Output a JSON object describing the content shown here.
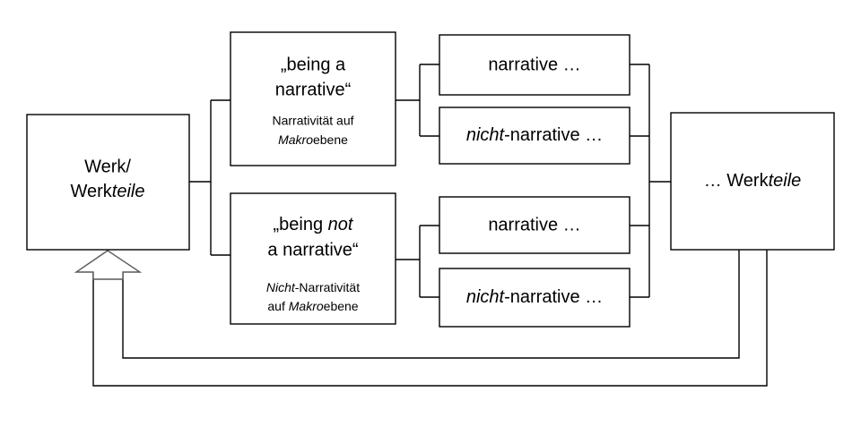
{
  "diagram": {
    "title": "Werk / Werkteile Narrativitaet Schema",
    "background_color": "#ffffff",
    "line_color": "#000000",
    "arrow_outline_color": "#595959",
    "nodes": {
      "work": {
        "line1": "Werk/",
        "line2_plain": "Werk",
        "line2_italic": "teile"
      },
      "macro_narrative": {
        "main_line1_open_quote": "„being a",
        "main_line2": "narrative“",
        "sub_line1": "Narrativität  auf",
        "sub_line2_italic": "Makro",
        "sub_line2_plain": "ebene"
      },
      "macro_not_narrative": {
        "main_line1_plain": "„being ",
        "main_line1_italic": "not",
        "main_line2": "a narrative“",
        "sub_line1_italic": "Nicht",
        "sub_line1_plain": "-Narrativität",
        "sub_line2_plain_a": "auf ",
        "sub_line2_italic": "Makro",
        "sub_line2_plain_b": "ebene"
      },
      "micro_narrative_top": {
        "label": "narrative …"
      },
      "micro_not_narrative_top": {
        "label_italic": "nicht",
        "label_plain": "-narrative …"
      },
      "micro_narrative_bottom": {
        "label": "narrative …"
      },
      "micro_not_narrative_bottom": {
        "label_italic": "nicht",
        "label_plain": "-narrative …"
      },
      "work_parts": {
        "label_plain": "… Werk",
        "label_italic": "teile"
      }
    }
  }
}
